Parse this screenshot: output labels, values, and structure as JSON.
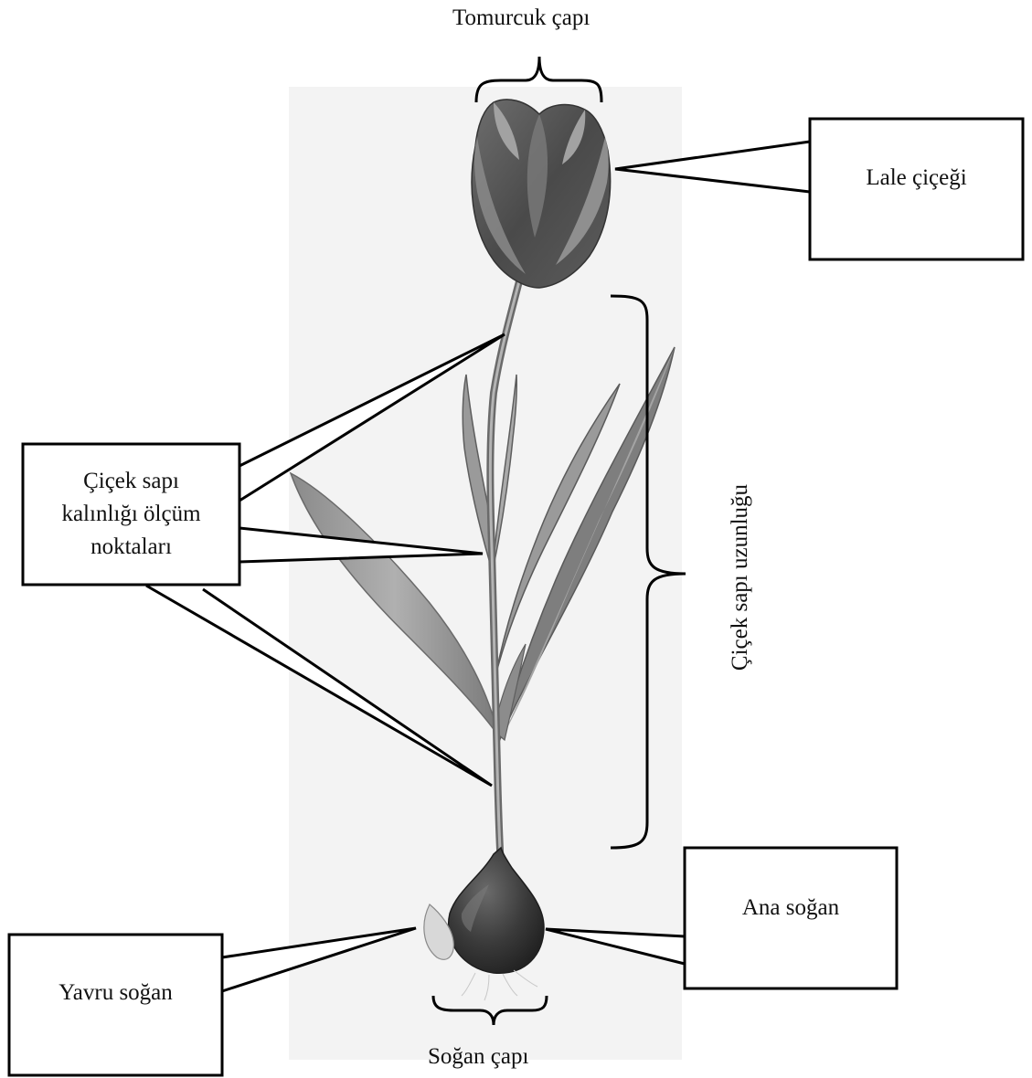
{
  "labels": {
    "bud_diameter": "Tomurcuk çapı",
    "tulip_flower": "Lale çiçeği",
    "stem_thickness": [
      "Çiçek sapı",
      "kalınlığı ölçüm",
      "noktaları"
    ],
    "stem_length": "Çiçek sapı uzunluğu",
    "mother_bulb": "Ana soğan",
    "daughter_bulb": "Yavru soğan",
    "bulb_diameter": "Soğan çapı"
  },
  "colors": {
    "line": "#000000",
    "photo_background": "#f2f2f2",
    "flower_dark": "#4a4a4a",
    "flower_light": "#8c8c8c",
    "leaf_light": "#a8a8a8",
    "leaf_dark": "#6f6f6f",
    "bulb": "#3a3a3a"
  }
}
